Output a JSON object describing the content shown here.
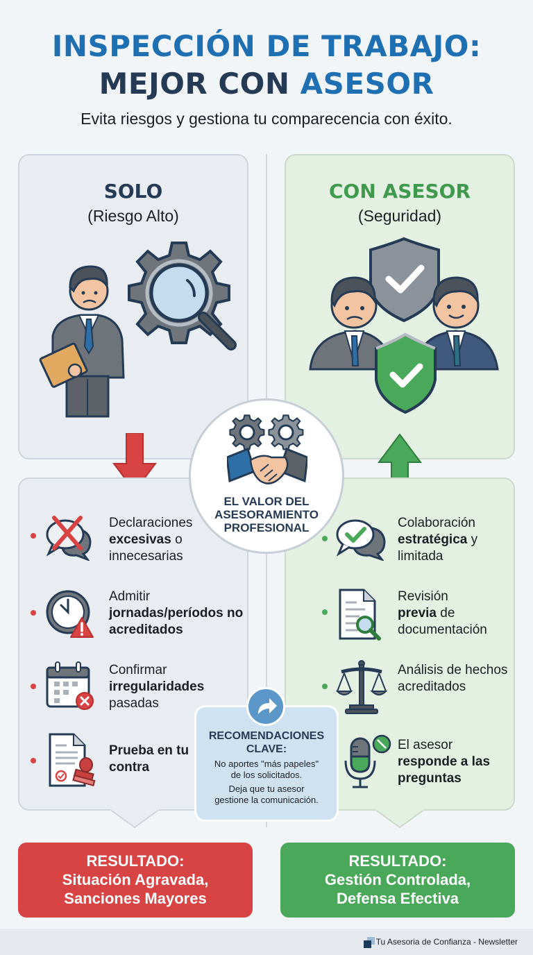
{
  "header": {
    "title_line1": "INSPECCIÓN DE TRABAJO:",
    "title_line2_dark": "MEJOR CON",
    "title_line2_blue": "ASESOR",
    "subtitle": "Evita riesgos y gestiona tu comparecencia con éxito."
  },
  "colors": {
    "brand_blue": "#1f6fb3",
    "navy": "#253b55",
    "risk_red": "#d84343",
    "safe_green": "#4aa85a",
    "reco_blue": "#cfe2f1"
  },
  "left": {
    "heading": "SOLO",
    "subheading": "(Riesgo Alto)",
    "illustration": "worried-man-with-folder-and-gear-magnifier",
    "arrow": "down-arrow",
    "items": [
      {
        "icon": "speech-bubble-x-icon",
        "pre": "Declaraciones",
        "bold": "excesivas",
        "post": "o innecesarias"
      },
      {
        "icon": "clock-warning-icon",
        "pre": "Admitir",
        "bold": "jornadas/períodos no acreditados",
        "post": ""
      },
      {
        "icon": "calendar-x-icon",
        "pre": "Confirmar",
        "bold": "irregularidades",
        "post": "pasadas"
      },
      {
        "icon": "document-stamp-icon",
        "pre": "",
        "bold": "Prueba en tu contra",
        "post": ""
      }
    ],
    "result": {
      "label": "RESULTADO:",
      "line1": "Situación Agravada,",
      "line2": "Sanciones Mayores"
    }
  },
  "right": {
    "heading": "CON ASESOR",
    "subheading": "(Seguridad)",
    "illustration": "two-men-with-shields-checkmarks",
    "arrow": "up-arrow",
    "items": [
      {
        "icon": "speech-bubble-check-icon",
        "pre": "Colaboración",
        "bold": "estratégica",
        "post": "y limitada"
      },
      {
        "icon": "document-magnifier-icon",
        "pre": "Revisión",
        "bold": "previa",
        "post": "de documentación"
      },
      {
        "icon": "scales-icon",
        "pre": "Análisis de hechos acreditados",
        "bold": "",
        "post": ""
      },
      {
        "icon": "microphone-muted-icon",
        "pre": "El asesor",
        "bold": "responde a las preguntas",
        "post": ""
      }
    ],
    "result": {
      "label": "RESULTADO:",
      "line1": "Gestión Controlada,",
      "line2": "Defensa Efectiva"
    }
  },
  "hub": {
    "icon": "gears-handshake-icon",
    "line1": "EL VALOR DEL",
    "line2": "ASESORAMIENTO",
    "line3": "PROFESIONAL"
  },
  "recommendations": {
    "icon": "share-arrow-icon",
    "title_line1": "RECOMENDACIONES",
    "title_line2": "CLAVE:",
    "tip1_line1": "No aportes \"más papeles\"",
    "tip1_line2": "de los solicitados.",
    "tip2_line1": "Deja que tu asesor",
    "tip2_line2": "gestione la comunicación."
  },
  "footer": {
    "text": "Tu Asesoria de Confianza - Newsletter"
  }
}
